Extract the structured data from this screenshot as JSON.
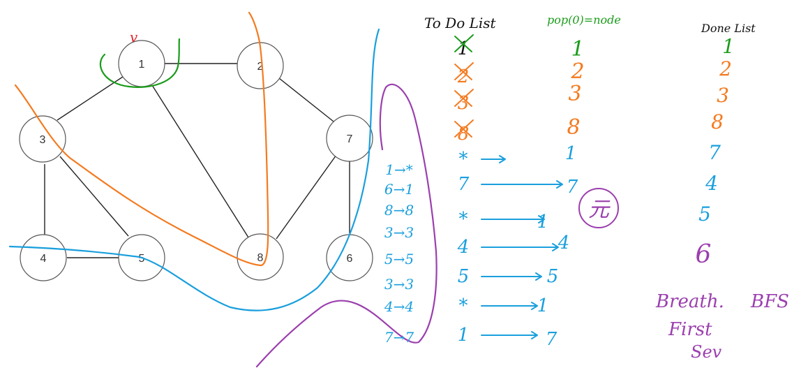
{
  "graph": {
    "nodes": [
      "1",
      "2",
      "3",
      "7",
      "4",
      "5",
      "8",
      "6"
    ],
    "edges": [
      [
        "1",
        "2"
      ],
      [
        "1",
        "3"
      ],
      [
        "1",
        "8"
      ],
      [
        "2",
        "7"
      ],
      [
        "3",
        "4"
      ],
      [
        "3",
        "5"
      ],
      [
        "4",
        "5"
      ],
      [
        "7",
        "8"
      ],
      [
        "7",
        "6"
      ]
    ]
  },
  "annotations": {
    "visited_mark": "v"
  },
  "headers": {
    "todo": "To Do List",
    "pop": "pop(0)=node",
    "done": "Done List"
  },
  "todo_list": {
    "main": [
      "1",
      "2",
      "3",
      "8",
      "*",
      "7",
      "*",
      "4",
      "5",
      "*",
      "1"
    ],
    "side": [
      "1→*",
      "6→1",
      "8→8",
      "3→3",
      "5→5",
      "3→3",
      "4→4",
      "7→7"
    ]
  },
  "popped": [
    "1",
    "2",
    "3",
    "8",
    "1",
    "7",
    "1",
    "4",
    "5",
    "1",
    "7"
  ],
  "done_list": [
    "1",
    "2",
    "3",
    "8",
    "7",
    "4",
    "5",
    "6"
  ],
  "circled_note": "元",
  "notes": {
    "bfs_line1": "Breath.",
    "bfs_abbr": "BFS",
    "bfs_line2": "First",
    "bfs_line3": "Sev"
  },
  "colors": {
    "green": "#1a9c1a",
    "orange": "#f47a1f",
    "blue": "#1a9fdd",
    "purple": "#9b3fae",
    "red": "#e3262e",
    "black": "#111111"
  }
}
